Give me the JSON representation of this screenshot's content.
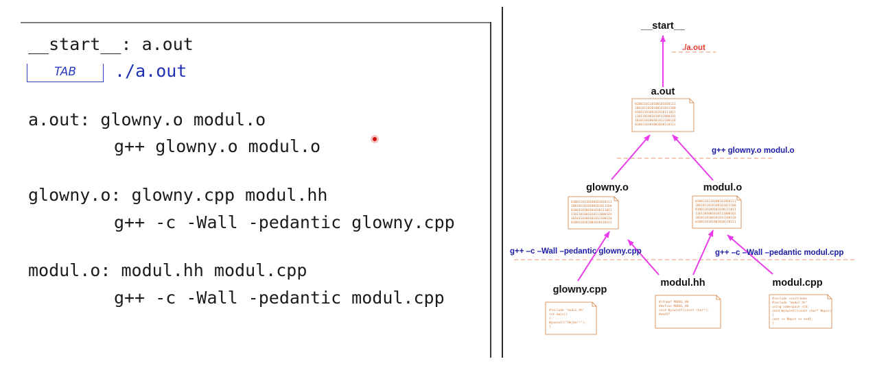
{
  "makefile": {
    "line1": "__start__: a.out",
    "tab_label": "TAB",
    "line2_cmd": "./a.out",
    "line3": "a.out: glowny.o modul.o",
    "line4": "g++ glowny.o modul.o",
    "line5": "glowny.o: glowny.cpp modul.hh",
    "line6": "g++ -c -Wall -pedantic glowny.cpp",
    "line7": "modul.o: modul.hh modul.cpp",
    "line8": "g++ -c -Wall -pedantic modul.cpp"
  },
  "diagram": {
    "nodes": {
      "start": "__start__",
      "aout": "a.out",
      "glowny_o": "glowny.o",
      "modul_o": "modul.o",
      "glowny_cpp": "glowny.cpp",
      "modul_hh": "modul.hh",
      "modul_cpp": "modul.cpp"
    },
    "commands": {
      "run": "./a.out",
      "link": "g++ glowny.o modul.o",
      "compile_glowny": "g++ –c –Wall –pedantic glowny.cpp",
      "compile_modul": "g++ –c –Wall –pedantic modul.cpp"
    },
    "binary_lines": [
      "0100110110100101010111",
      "1001011010100101011100",
      "0100110100101010111011",
      "1101101001010111000101",
      "1010110100101011100110",
      "0100110101001010110111"
    ],
    "glowny_cpp_doc": [
      "#include \"modul.hh\"",
      "int main()",
      "{",
      "  Wyswietl(\"Hejka!!\");",
      "}"
    ],
    "modul_hh_doc": [
      "#ifndef MODUL_HH",
      "#define MODUL_HH",
      "void Wyswietl(const char*);",
      "#endif"
    ],
    "modul_cpp_doc": [
      "#include <iostream>",
      "#include \"modul.hh\"",
      "using namespace std;",
      "void Wyswietl(const char* Napis)",
      "{",
      "  cout << Napis << endl;",
      "}"
    ],
    "colors": {
      "arrow": "#ea3cea",
      "doc_stroke": "#cf7a3a",
      "dashed": "#e8a88a",
      "command": "#1a1aa6",
      "run_label": "#e0392b"
    }
  }
}
